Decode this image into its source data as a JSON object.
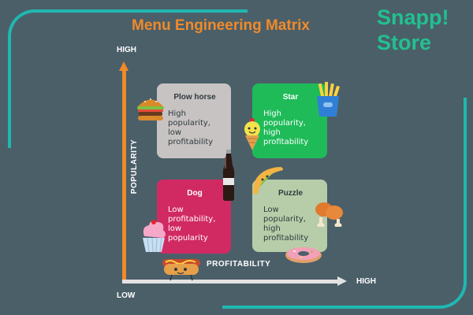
{
  "title": "Menu Engineering Matrix",
  "logo": {
    "line1": "Snapp!",
    "line2": "Store"
  },
  "axes": {
    "y_high": "HIGH",
    "origin_low": "LOW",
    "x_high": "HIGH",
    "x_label": "PROFITABILITY",
    "y_label": "POPULARITY"
  },
  "quadrants": {
    "plow_horse": {
      "title": "Plow horse",
      "desc": "High popularity, low profitability"
    },
    "star": {
      "title": "Star",
      "desc": "High popularity, high profitability"
    },
    "dog": {
      "title": "Dog",
      "desc": "Low profitability, low popularity"
    },
    "puzzle": {
      "title": "Puzzle",
      "desc": "Low popularity, high profitability"
    }
  },
  "colors": {
    "accent_orange": "#f08a2a",
    "teal": "#1fb8b0",
    "brand_green": "#22c08f",
    "plow_horse_box": "#c8c3c3",
    "star_box": "#1fbb59",
    "dog_box": "#d12a62",
    "puzzle_box": "#b7cda9"
  },
  "icons": [
    "burger-icon",
    "fries-icon",
    "ice-cream-icon",
    "soda-bottle-icon",
    "taco-icon",
    "chicken-drumsticks-icon",
    "cupcake-icon",
    "hot-dog-icon",
    "donut-icon"
  ]
}
